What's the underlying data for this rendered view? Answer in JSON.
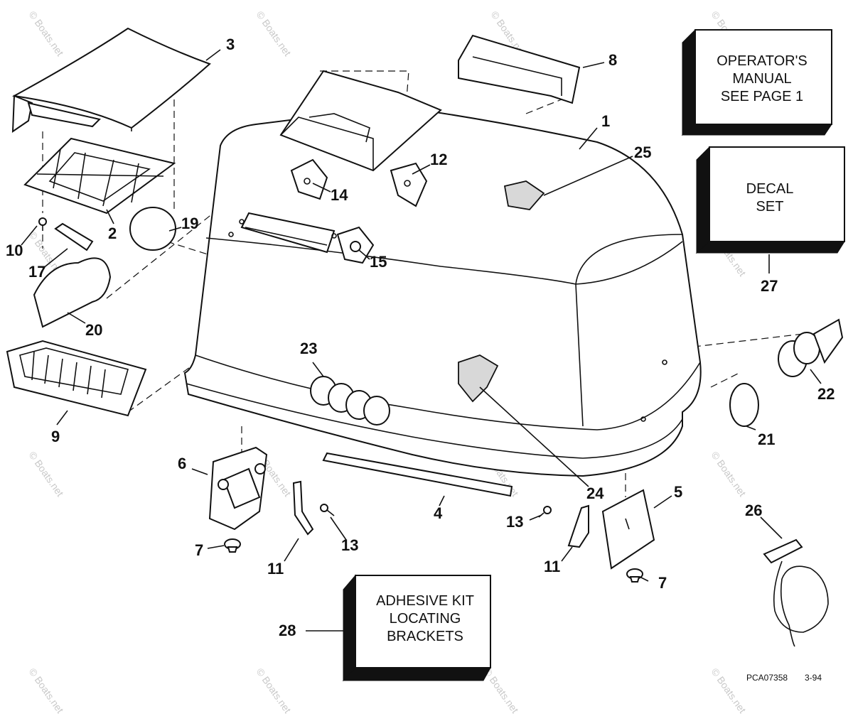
{
  "diagram": {
    "callouts": {
      "c1": "1",
      "c2": "2",
      "c3": "3",
      "c4": "4",
      "c5": "5",
      "c6": "6",
      "c7a": "7",
      "c7b": "7",
      "c8": "8",
      "c9": "9",
      "c10": "10",
      "c11a": "11",
      "c11b": "11",
      "c12": "12",
      "c13a": "13",
      "c13b": "13",
      "c14": "14",
      "c15": "15",
      "c17": "17",
      "c19": "19",
      "c20": "20",
      "c21": "21",
      "c22": "22",
      "c23": "23",
      "c24": "24",
      "c25": "25",
      "c26": "26",
      "c27": "27",
      "c28": "28"
    },
    "boxes": {
      "operators_manual": [
        "OPERATOR'S",
        "MANUAL",
        "SEE PAGE 1"
      ],
      "decal_set": [
        "DECAL",
        "SET"
      ],
      "adhesive_kit": [
        "ADHESIVE KIT",
        "LOCATING",
        "BRACKETS"
      ]
    },
    "footer": {
      "part_code": "PCA07358",
      "date": "3-94"
    },
    "watermark": "© Boats.net"
  }
}
